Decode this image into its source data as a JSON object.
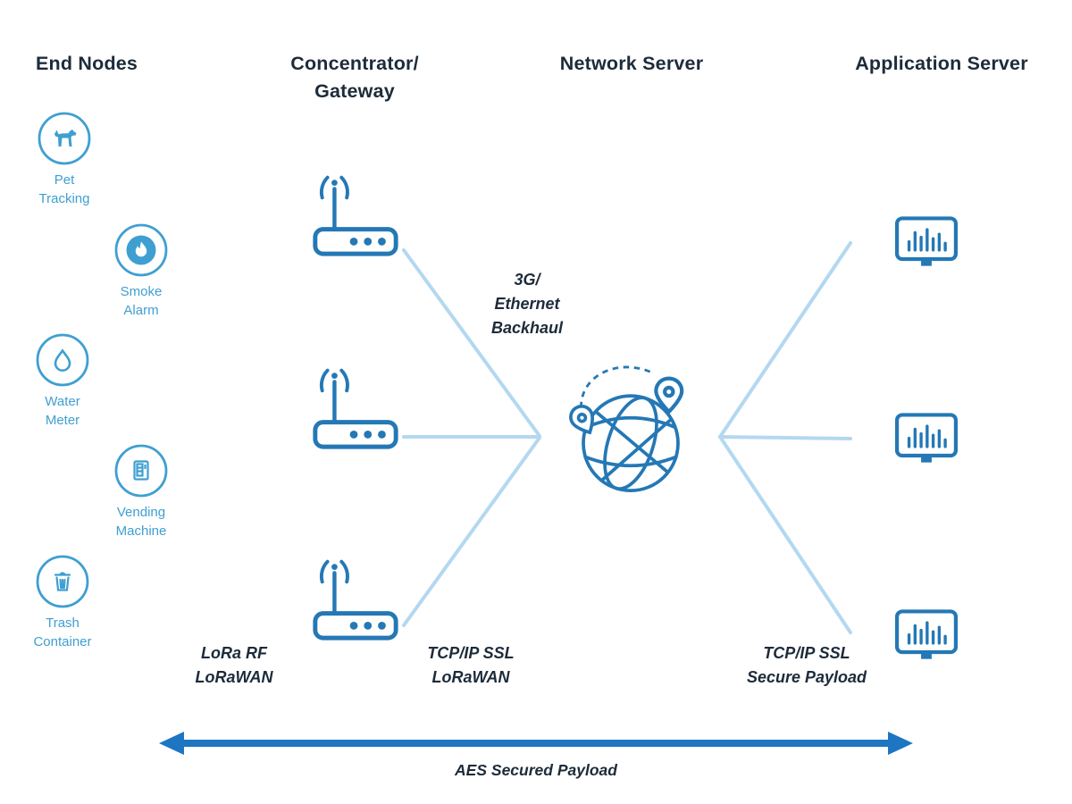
{
  "headers": {
    "end_nodes": "End Nodes",
    "gateway": "Concentrator/\nGateway",
    "network_server": "Network Server",
    "application_server": "Application Server"
  },
  "end_nodes": [
    {
      "label": "Pet\nTracking",
      "icon": "dog-icon"
    },
    {
      "label": "Smoke\nAlarm",
      "icon": "flame-icon"
    },
    {
      "label": "Water\nMeter",
      "icon": "water-drop-icon"
    },
    {
      "label": "Vending\nMachine",
      "icon": "vending-machine-icon"
    },
    {
      "label": "Trash\nContainer",
      "icon": "trash-can-icon"
    }
  ],
  "labels": {
    "backhaul": "3G/\nEthernet\nBackhaul",
    "lora_rf": "LoRa RF\nLoRaWAN",
    "tcpip_lorawan": "TCP/IP SSL\nLoRaWAN",
    "tcpip_secure": "TCP/IP SSL\nSecure Payload",
    "aes": "AES Secured Payload"
  },
  "icons": {
    "gateway": "wireless-router-icon",
    "network_server": "globe-location-pins-icon",
    "application_server": "monitor-bar-chart-icon",
    "aes_arrow": "double-headed-arrow-icon"
  },
  "colors": {
    "heading": "#1d2b3a",
    "icon_dark_blue": "#2478b5",
    "icon_light_blue": "#3f9fd1",
    "connector_line": "#b3d8f0",
    "arrow_blue": "#1d76c1"
  }
}
